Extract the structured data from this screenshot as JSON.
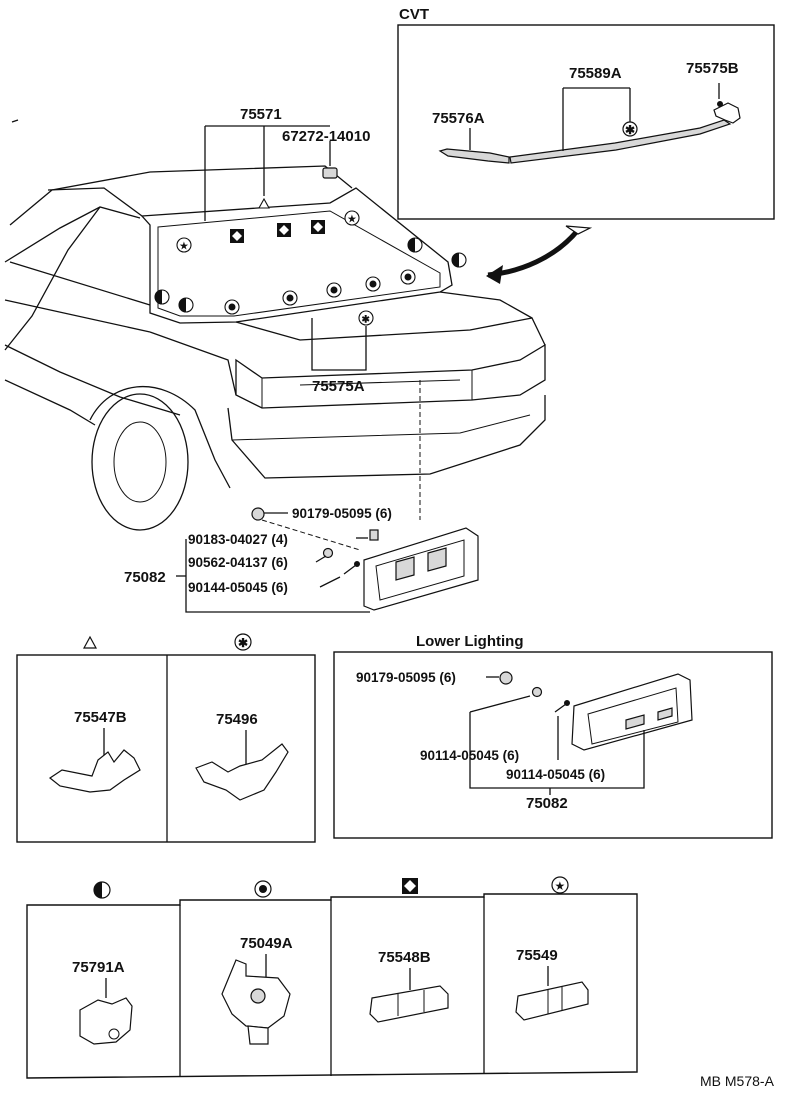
{
  "diagram": {
    "drawing_code": "MB M578-A",
    "cvt_panel": {
      "title": "CVT",
      "labels": {
        "a": "75589A",
        "b": "75575B",
        "c": "75576A"
      }
    },
    "main_view": {
      "labels": {
        "p75571": "75571",
        "p67272": "67272-14010",
        "p75575a": "75575A",
        "p75082": "75082",
        "f1": "90179-05095 (6)",
        "f2": "90183-04027 (4)",
        "f3": "90562-04137 (6)",
        "f4": "90144-05045 (6)"
      }
    },
    "clip_panel_a": {
      "label_a": "75547B",
      "label_b": "75496"
    },
    "lower_lighting": {
      "title": "Lower Lighting",
      "labels": {
        "f1": "90179-05095 (6)",
        "f2": "90114-05045 (6)",
        "f3": "90114-05045 (6)",
        "part": "75082"
      }
    },
    "clip_panel_b": {
      "labels": {
        "a": "75791A",
        "b": "75049A",
        "c": "75548B",
        "d": "75549"
      }
    },
    "symbol_legend": [
      "triangle-symbol",
      "asterisk-circle-symbol",
      "half-circle-symbol",
      "dot-circle-symbol",
      "diamond-square-symbol",
      "star-circle-symbol"
    ]
  }
}
